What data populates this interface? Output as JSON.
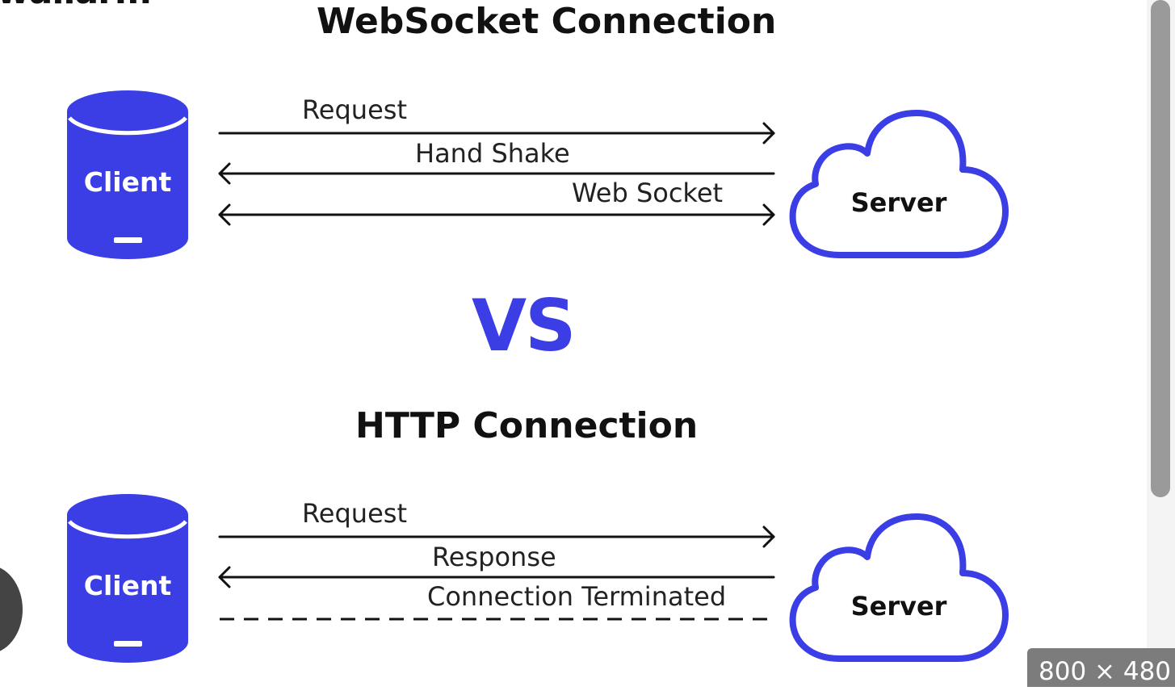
{
  "logo_text": "wallarm",
  "websocket": {
    "title": "WebSocket Connection",
    "client_label": "Client",
    "server_label": "Server",
    "arrows": [
      {
        "label": "Request",
        "direction": "right"
      },
      {
        "label": "Hand Shake",
        "direction": "left"
      },
      {
        "label": "Web Socket",
        "direction": "both"
      }
    ]
  },
  "vs_text": "VS",
  "http": {
    "title": "HTTP Connection",
    "client_label": "Client",
    "server_label": "Server",
    "arrows": [
      {
        "label": "Request",
        "direction": "right"
      },
      {
        "label": "Response",
        "direction": "left"
      },
      {
        "label": "Connection Terminated",
        "direction": "none",
        "style": "dashed"
      }
    ]
  },
  "image_dimensions": "800 × 480",
  "colors": {
    "accent": "#3b3de5",
    "text": "#111111",
    "line": "#111111"
  }
}
